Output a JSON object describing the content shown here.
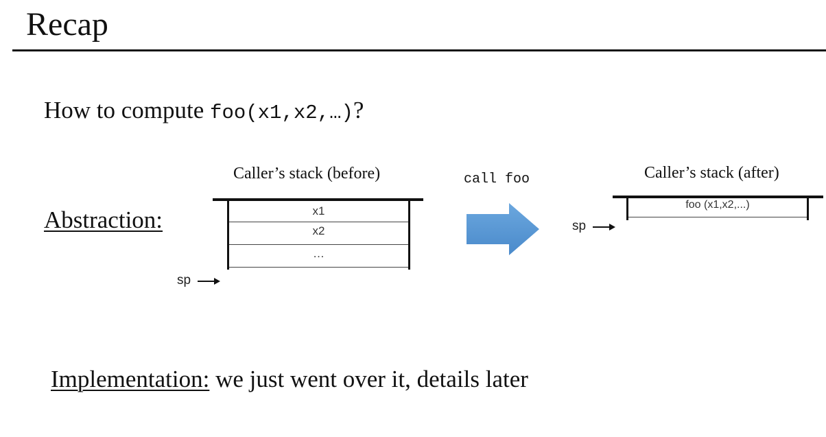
{
  "slide": {
    "title": "Recap",
    "question": {
      "prefix": "How to compute ",
      "code": "foo(x1,x2,…)",
      "suffix": "?"
    },
    "abstraction_label": "Abstraction:",
    "implementation": {
      "label": "Implementation:",
      "text": " we just went over it, details later"
    }
  },
  "diagram": {
    "before": {
      "caption": "Caller’s stack (before)",
      "cells": [
        "x1",
        "x2",
        "…"
      ],
      "sp_label": "sp"
    },
    "transition": {
      "label": "call foo",
      "arrow_color": "#5B9BD5"
    },
    "after": {
      "caption": "Caller’s stack (after)",
      "cells": [
        "foo (x1,x2,...)"
      ],
      "sp_label": "sp"
    }
  }
}
